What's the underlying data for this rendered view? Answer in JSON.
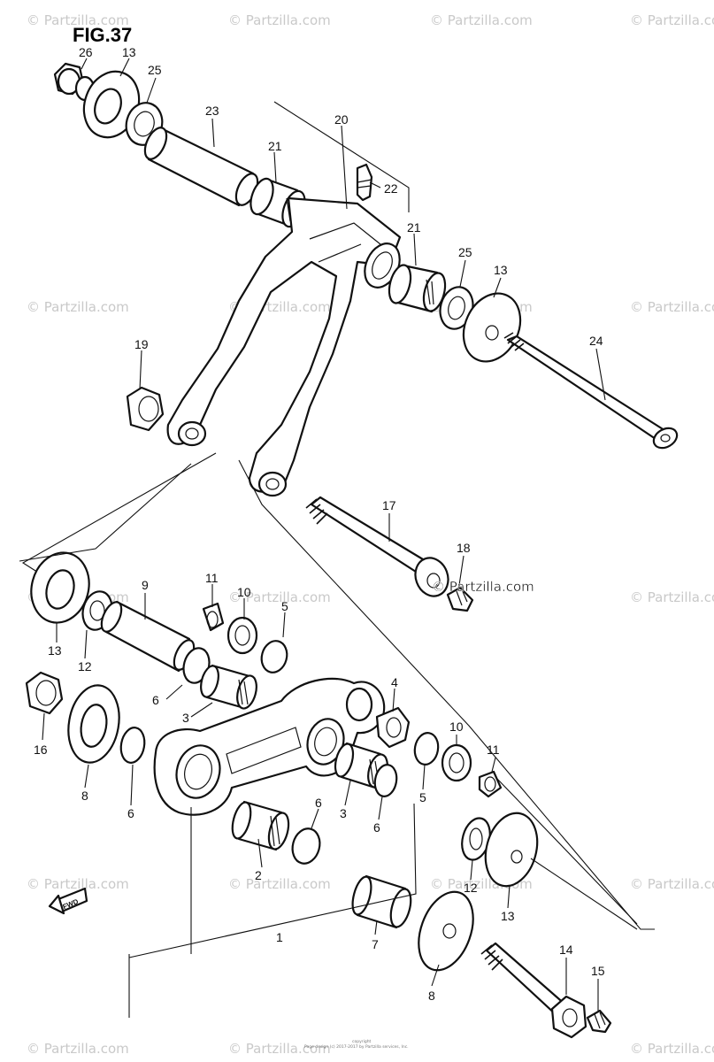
{
  "figure": {
    "title": "FIG.37",
    "copyright_line1": "copyright",
    "copyright_line2": "Page design (c) 2017-2017 by Partzilla services, Inc."
  },
  "watermark": {
    "text": "© Partzilla.com",
    "highlight_text": "© Partzilla.com",
    "count": 19
  },
  "fwd_mark": {
    "text": "FWD"
  },
  "callouts": [
    {
      "id": "c26a",
      "label": "26"
    },
    {
      "id": "c13a",
      "label": "13"
    },
    {
      "id": "c25a",
      "label": "25"
    },
    {
      "id": "c23",
      "label": "23"
    },
    {
      "id": "c21a",
      "label": "21"
    },
    {
      "id": "c20",
      "label": "20"
    },
    {
      "id": "c22",
      "label": "22"
    },
    {
      "id": "c21b",
      "label": "21"
    },
    {
      "id": "c25b",
      "label": "25"
    },
    {
      "id": "c13b",
      "label": "13"
    },
    {
      "id": "c24",
      "label": "24"
    },
    {
      "id": "c19",
      "label": "19"
    },
    {
      "id": "c17",
      "label": "17"
    },
    {
      "id": "c18",
      "label": "18"
    },
    {
      "id": "c9",
      "label": "9"
    },
    {
      "id": "c11a",
      "label": "11"
    },
    {
      "id": "c10a",
      "label": "10"
    },
    {
      "id": "c5a",
      "label": "5"
    },
    {
      "id": "c13c",
      "label": "13"
    },
    {
      "id": "c12a",
      "label": "12"
    },
    {
      "id": "c6a",
      "label": "6"
    },
    {
      "id": "c3a",
      "label": "3"
    },
    {
      "id": "c4",
      "label": "4"
    },
    {
      "id": "c16",
      "label": "16"
    },
    {
      "id": "c8a",
      "label": "8"
    },
    {
      "id": "c6b",
      "label": "6"
    },
    {
      "id": "c10b",
      "label": "10"
    },
    {
      "id": "c11b",
      "label": "11"
    },
    {
      "id": "c3b",
      "label": "3"
    },
    {
      "id": "c6c",
      "label": "6"
    },
    {
      "id": "c5b",
      "label": "5"
    },
    {
      "id": "c6d",
      "label": "6"
    },
    {
      "id": "c2",
      "label": "2"
    },
    {
      "id": "c12b",
      "label": "12"
    },
    {
      "id": "c13d",
      "label": "13"
    },
    {
      "id": "c1",
      "label": "1"
    },
    {
      "id": "c7",
      "label": "7"
    },
    {
      "id": "c8b",
      "label": "8"
    },
    {
      "id": "c14",
      "label": "14"
    },
    {
      "id": "c15",
      "label": "15"
    }
  ]
}
